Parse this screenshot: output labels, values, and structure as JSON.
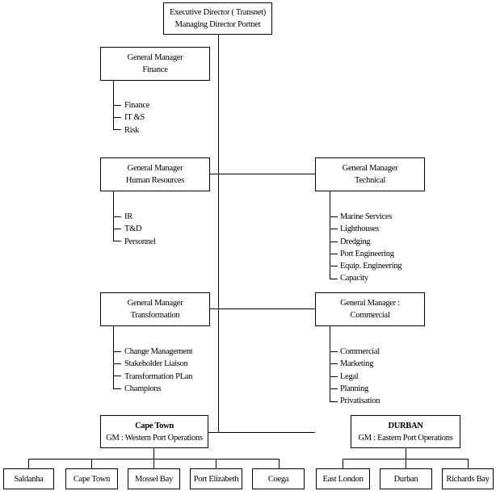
{
  "executive": {
    "line1": "Executive Director ( Transnet)",
    "line2": "Managing Director Portnet"
  },
  "finance": {
    "line1": "General Manager",
    "line2": "Finance",
    "items": [
      "Finance",
      "IT &S",
      "Risk"
    ]
  },
  "human_resources": {
    "line1": "General Manager",
    "line2": "Human Resources",
    "items": [
      "IR",
      "T&D",
      "Personnel"
    ]
  },
  "technical": {
    "line1": "General Manager",
    "line2": "Technical",
    "items": [
      "Marine Services",
      "Lighthouses",
      "Dredging",
      "Port Engineering",
      "Equip. Engineering",
      "Capacity"
    ]
  },
  "transformation": {
    "line1": "General Manager",
    "line2": "Transformation",
    "items": [
      "Change Management",
      "Stakeholder Liaison",
      "Transformation PLan",
      "Champions"
    ]
  },
  "commercial": {
    "line1": "General Manager :",
    "line2": "Commercial",
    "items": [
      "Commercial",
      "Marketing",
      "Legal",
      "Planning",
      "Privatisation"
    ]
  },
  "western": {
    "line1": "Cape Town",
    "line2": "GM : Western Port Operations",
    "ports": [
      "Saldanha",
      "Cape Town",
      "Mossel Bay",
      "Port Elizabeth",
      "Coega"
    ]
  },
  "eastern": {
    "line1": "DURBAN",
    "line2": "GM : Eastern Port Operations",
    "ports": [
      "East London",
      "Durban",
      "Richards Bay"
    ]
  }
}
